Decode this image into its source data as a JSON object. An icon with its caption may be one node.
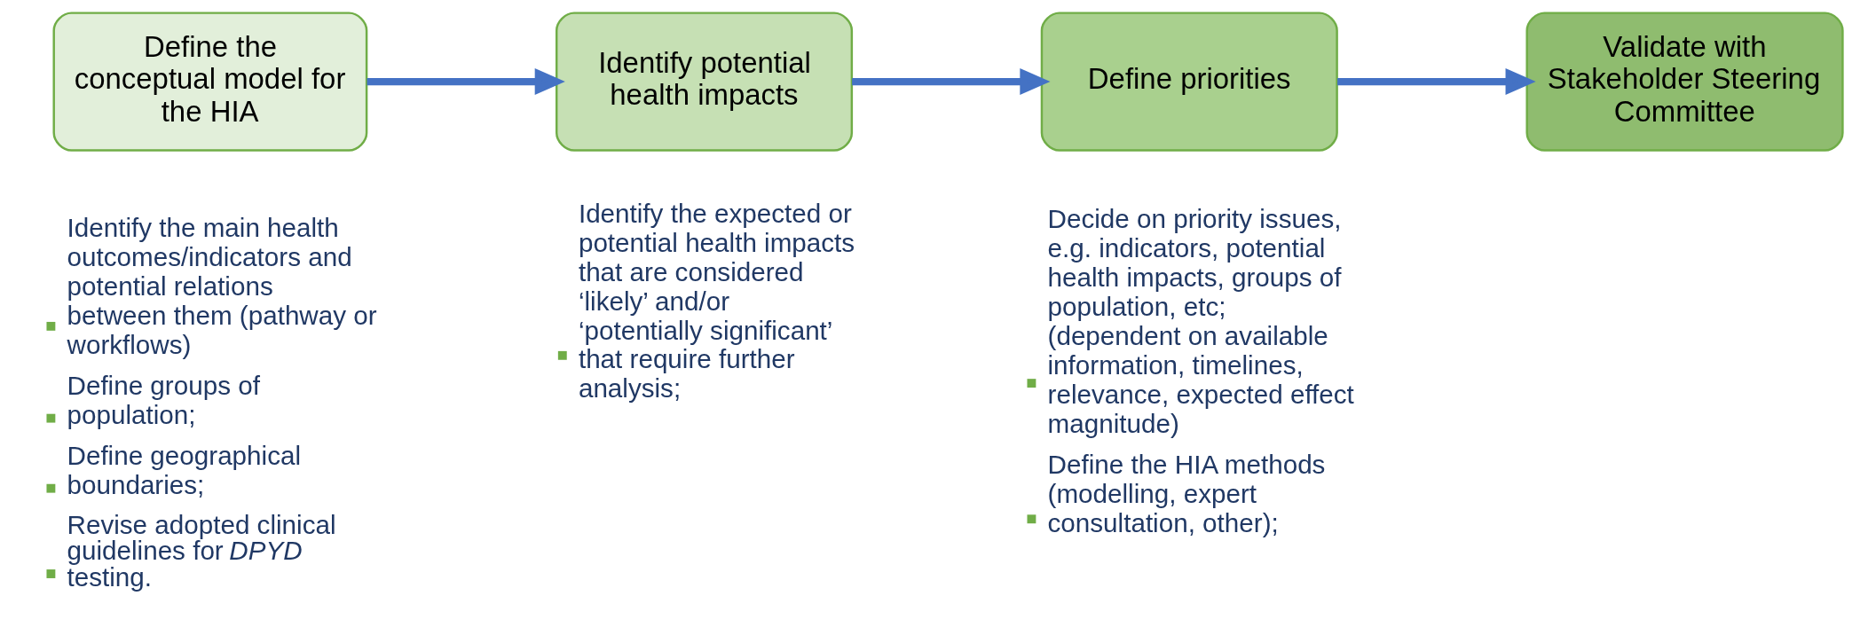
{
  "diagram": {
    "nodes": [
      {
        "text": [
          "Define the conceptual model for the HIA"
        ],
        "beside": [
          "Identify the main health outcomes/indicators and potential relations between them (pathway or workflows)",
          "Define groups of population;",
          "Define geographical boundaries;",
          "Revise adopted clinical guidelines for *DPYD* testing."
        ]
      },
      {
        "text": [
          "Identify potential health impacts"
        ],
        "beside": [
          "Identify the expected or potential health impacts that are considered ‘likely’ and/or ‘potentially significant’ that require further analysis;"
        ]
      },
      {
        "text": [
          "Define priorities"
        ],
        "beside": [
          "Decide on priority issues, e.g. indicators, potential health impacts, groups of population, etc; (dependent on available information, timelines, relevance, expected effect magnitude)",
          "Define the HIA methods (modelling, expert consultation, other);"
        ]
      },
      {
        "text": [
          "Validate with Stakeholder Steering Committee"
        ]
      }
    ],
    "edges": [
      {
        "from": 0,
        "to": 1,
        "arrow": "to"
      },
      {
        "from": 1,
        "to": 2,
        "arrow": "to"
      },
      {
        "from": 2,
        "to": 3,
        "arrow": "to"
      }
    ]
  }
}
